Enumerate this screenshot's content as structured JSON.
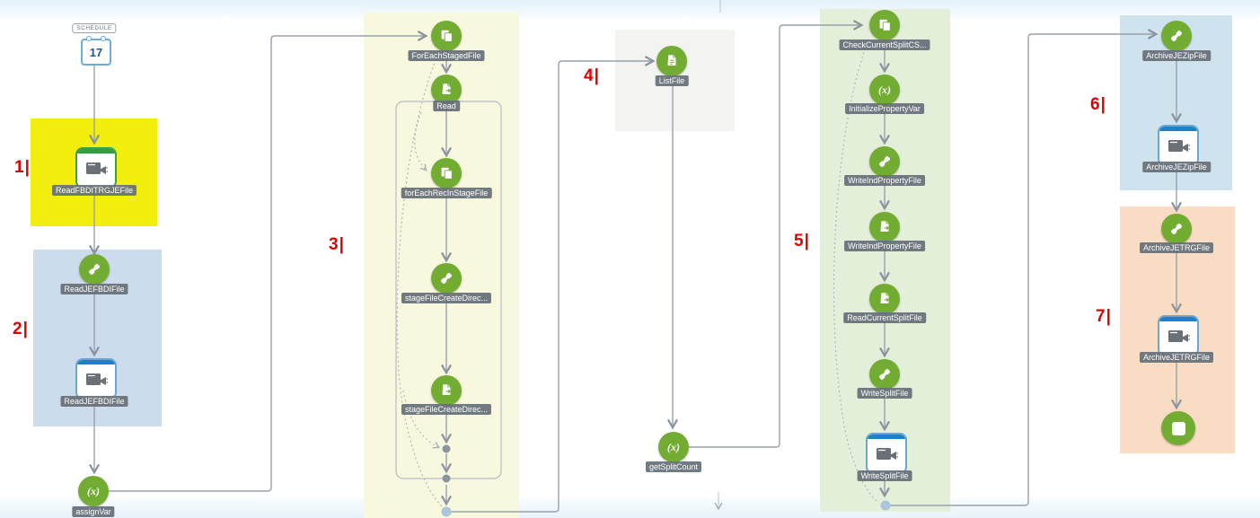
{
  "diagram": {
    "schedule": {
      "tooltip": "SCHEDULE",
      "day": "17"
    },
    "markers": [
      "1|",
      "2|",
      "3|",
      "4|",
      "5|",
      "6|",
      "7|"
    ],
    "nodes": {
      "varIcon": "(x)",
      "readFBDITRGJEFile": "ReadFBDITRGJEFile",
      "readJEFBDIFile_script": "ReadJEFBDIFile",
      "readJEFBDIFile_sub": "ReadJEFBDIFile",
      "assignVar": "assignVar",
      "forEachStagedFile": "ForEachStagedFile",
      "read": "Read",
      "forEachRecInStageFile": "forEachRecInStageFile",
      "stageFileCreateDirec1": "stageFileCreateDirec...",
      "stageFileCreateDirec2": "stageFileCreateDirec...",
      "listFile": "ListFile",
      "getSplitCount": "getSplitCount",
      "checkCurrentSplitCS": "CheckCurrentSplitCS...",
      "initializePropertyVar": "InitializePropertyVar",
      "writeIndPropertyFile1": "WriteIndPropertyFile",
      "writeIndPropertyFile2": "WriteIndPropertyFile",
      "readCurrentSplitFile": "ReadCurrentSplitFile",
      "writeSplitFile1": "WriteSplitFile",
      "writeSplitFile2": "WriteSplitFile",
      "archiveJEZipFile1": "ArchiveJEZipFile",
      "archiveJEZipFile2": "ArchiveJEZipFile",
      "archiveJETRGFile1": "ArchiveJETRGFile",
      "archiveJETRGFile2": "ArchiveJETRGFile"
    },
    "icons": {
      "schedule": "calendar-icon",
      "script_activity": "bandage-icon",
      "file_activity": "file-page-icon",
      "iterate_activity": "copy-files-icon",
      "variable_activity": "x-var-icon",
      "subprocess_activity": "call-process-icon",
      "end_activity": "stop-square-icon"
    },
    "colors": {
      "region_1": "#f2ef0f",
      "region_2": "#ccdcec",
      "region_3": "#f8f8df",
      "region_4": "#f3f3f2",
      "region_5": "#e4efd9",
      "region_6": "#cfe3ee",
      "region_7": "#f8dcc3",
      "node_green": "#72ac32",
      "subprocess_blue": "#1b82c4",
      "subprocess_green": "#2f9e3f",
      "connector_gray": "#98a1aa",
      "marker_red": "#e10000"
    }
  }
}
